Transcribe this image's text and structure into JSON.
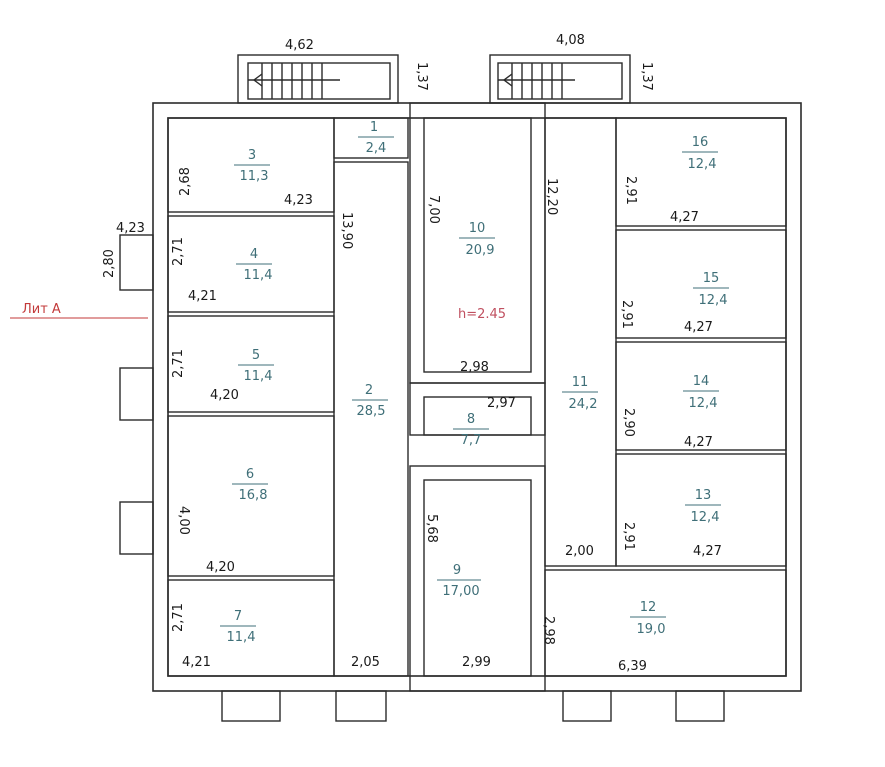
{
  "lit_label": "Лит А",
  "height_label": "h=2.45",
  "rooms": [
    {
      "no": "1",
      "area": "2,4"
    },
    {
      "no": "2",
      "area": "28,5"
    },
    {
      "no": "3",
      "area": "11,3"
    },
    {
      "no": "4",
      "area": "11,4"
    },
    {
      "no": "5",
      "area": "11,4"
    },
    {
      "no": "6",
      "area": "16,8"
    },
    {
      "no": "7",
      "area": "11,4"
    },
    {
      "no": "8",
      "area": "7,7"
    },
    {
      "no": "9",
      "area": "17,00"
    },
    {
      "no": "10",
      "area": "20,9"
    },
    {
      "no": "11",
      "area": "24,2"
    },
    {
      "no": "12",
      "area": "19,0"
    },
    {
      "no": "13",
      "area": "12,4"
    },
    {
      "no": "14",
      "area": "12,4"
    },
    {
      "no": "15",
      "area": "12,4"
    },
    {
      "no": "16",
      "area": "12,4"
    }
  ],
  "dims": {
    "stair_left_w": "4,62",
    "stair_left_d": "1,37",
    "stair_right_w": "4,08",
    "stair_right_d": "1,37",
    "r3_h": "2,68",
    "r3_w": "4,23",
    "porch_w": "4,23",
    "porch_d": "2,80",
    "r4_h": "2,71",
    "r4_w": "4,21",
    "r5_h": "2,71",
    "r5_w": "4,20",
    "r6_h": "4,00",
    "r6_w": "4,20",
    "r7_h": "2,71",
    "r7_w": "4,21",
    "corridor_l": "13,90",
    "corridor_w": "2,05",
    "r10_h": "7,00",
    "r10_w": "2,98",
    "r8_w": "2,97",
    "r9_h": "5,68",
    "r9_w": "2,99",
    "r11_l": "12,20",
    "r11_w": "2,00",
    "r16_h": "2,91",
    "r16_w": "4,27",
    "r15_h": "2,91",
    "r15_w": "4,27",
    "r14_h": "2,90",
    "r14_w": "4,27",
    "r13_h": "2,91",
    "r13_w": "4,27",
    "r12_h": "2,98",
    "r12_w": "6,39"
  }
}
